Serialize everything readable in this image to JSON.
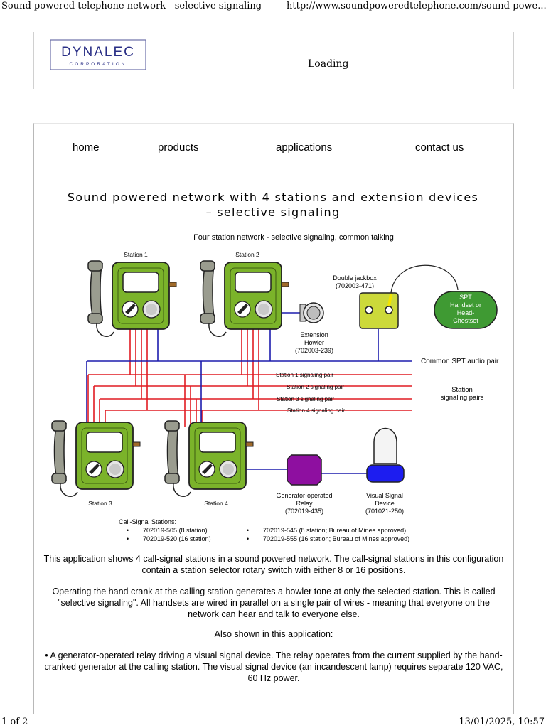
{
  "print_header": {
    "title": "Sound powered telephone network - selective signaling",
    "url": "http://www.soundpoweredtelephone.com/sound-powe..."
  },
  "print_footer": {
    "page": "1 of 2",
    "datetime": "13/01/2025, 10:57"
  },
  "logo": {
    "name": "DYNALEC",
    "sub": "CORPORATION"
  },
  "status": {
    "loading": "Loading"
  },
  "nav": {
    "home": "home",
    "products": "products",
    "applications": "applications",
    "contact": "contact us"
  },
  "page": {
    "title_line1": "Sound powered network with 4 stations and extension devices",
    "title_line2": "– selective signaling"
  },
  "diagram": {
    "title": "Four station network - selective signaling, common talking",
    "station1": "Station 1",
    "station2": "Station 2",
    "station3": "Station 3",
    "station4": "Station 4",
    "jackbox_l1": "Double jackbox",
    "jackbox_l2": "(702003-471)",
    "spt_l1": "SPT",
    "spt_l2": "Handset or",
    "spt_l3": "Head-",
    "spt_l4": "Chestset",
    "howler_l1": "Extension",
    "howler_l2": "Howler",
    "howler_l3": "(702003-239)",
    "common_pair": "Common SPT audio pair",
    "sig1": "Station 1 signaling pair",
    "sig2": "Station 2 signaling pair",
    "sig3": "Station 3 signaling pair",
    "sig4": "Station 4 signaling pair",
    "station_pairs_l1": "Station",
    "station_pairs_l2": "signaling pairs",
    "relay_l1": "Generator-operated",
    "relay_l2": "Relay",
    "relay_l3": "(702019-435)",
    "visual_l1": "Visual Signal",
    "visual_l2": "Device",
    "visual_l3": "(701021-250)",
    "callsig_title": "Call-Signal Stations:",
    "cs1": "702019-505 (8 station)",
    "cs2": "702019-520 (16 station)",
    "cs3": "702019-545 (8 station; Bureau of Mines approved)",
    "cs4": "702019-555 (16 station; Bureau of Mines approved)",
    "colors": {
      "station": "#7bb32a",
      "red_line": "#e11b22",
      "blue_line": "#1d1dae",
      "relay": "#8e0fa0",
      "lamp": "#1d1df0",
      "jackbox": "#ccd93a",
      "spt": "#3f9a33"
    }
  },
  "body": {
    "p1": "This application shows 4 call-signal stations in a sound powered network. The call-signal stations in this configuration contain a station selector rotary switch with either 8 or 16 positions.",
    "p2": "Operating the hand crank at the calling station generates a howler tone at only the selected station. This is called \"selective signaling\". All handsets are wired in parallel on a single pair of wires - meaning that everyone on the network can hear and talk to everyone else.",
    "p3": "Also shown in this application:",
    "p4": "• A generator-operated relay driving a visual signal device. The relay operates from the current supplied by the hand-cranked generator at the calling station. The visual signal device (an incandescent lamp) requires separate 120 VAC, 60 Hz power."
  }
}
